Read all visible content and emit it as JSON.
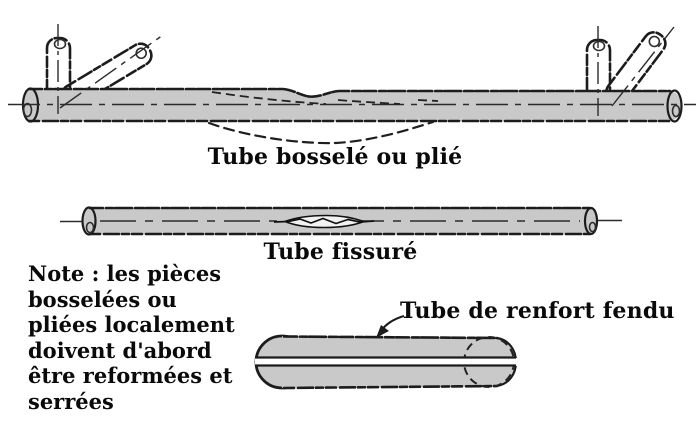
{
  "colors": {
    "background": "#ffffff",
    "tube_fill": "#c9c9c9",
    "outline": "#1c1c1c",
    "text": "#0a0a0a"
  },
  "diagrams": {
    "dented": {
      "label": "Tube bosselé ou plié"
    },
    "cracked": {
      "label": "Tube fissuré"
    },
    "split_reinforcement": {
      "label": "Tube de renfort fendu"
    }
  },
  "note": {
    "text": "Note : les pièces\nbosselées ou\npliées localement\ndoivent d'abord\nêtre reformées et\nserrées"
  }
}
